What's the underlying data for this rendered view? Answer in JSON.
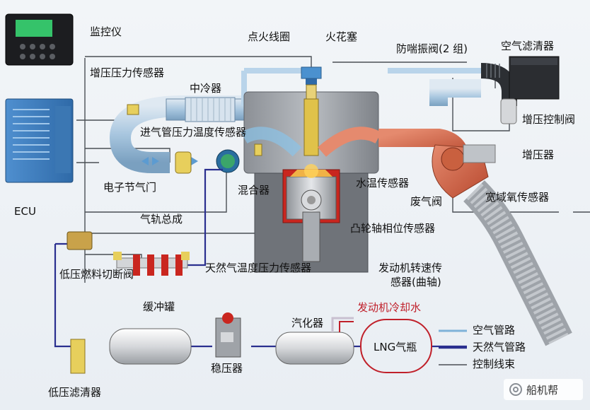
{
  "labels": {
    "monitor": "监控仪",
    "ignition_coil": "点火线圈",
    "spark_plug": "火花塞",
    "anti_surge_valve": "防喘振阀(2 组)",
    "air_filter": "空气滤清器",
    "boost_pressure_sensor": "增压压力传感器",
    "intercooler": "中冷器",
    "boost_control_valve": "增压控制阀",
    "intake_pressure_temp_sensor": "进气管压力温度传感器",
    "turbocharger": "增压器",
    "ecu": "ECU",
    "electronic_throttle": "电子节气门",
    "mixer": "混合器",
    "water_temp_sensor": "水温传感器",
    "wastegate": "废气阀",
    "wideband_o2_sensor": "宽域氧传感器",
    "gas_rail": "气轨总成",
    "camshaft_sensor": "凸轮轴相位传感器",
    "lp_fuel_cutoff_valve": "低压燃料切断阀",
    "ng_temp_pressure_sensor": "天然气温度压力传感器",
    "engine_speed_sensor_line1": "发动机转速传",
    "engine_speed_sensor_line2": "感器(曲轴)",
    "buffer_tank": "缓冲罐",
    "vaporizer": "汽化器",
    "engine_coolant": "发动机冷却水",
    "lng_cylinder": "LNG气瓶",
    "pressure_regulator": "稳压器",
    "lp_filter": "低压滤清器"
  },
  "legend": {
    "air": "空气管路",
    "gas": "天然气管路",
    "control": "控制线束"
  },
  "watermark": "船机帮",
  "colors": {
    "air_pipe": "#7fb2d9",
    "gas_pipe": "#2a2f8f",
    "control_wire": "#555a60",
    "exhaust": "#d9684a",
    "coolant": "#c0202a"
  }
}
